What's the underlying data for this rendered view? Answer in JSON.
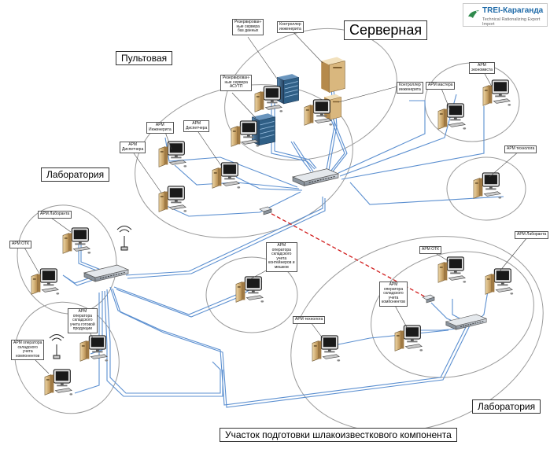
{
  "logo": {
    "name": "TREI-Караганда",
    "tagline": "Technical Rationalizing Export Import",
    "color": "#1e6aa8",
    "icon": "bird-logo-icon"
  },
  "zones": {
    "server_room": "Серверная",
    "control_room": "Пультовая",
    "lab_left": "Лаборатория",
    "lab_right": "Лаборатория",
    "section": "Участок подготовки шлакоизвесткового компонента"
  },
  "labels": {
    "backup_db": "Резервирован-\nные сервера\nбаз данных",
    "engineering_ctrl_1": "Контроллер\nинженерита",
    "backup_acsutp": "Резервирован-\nные сервера\nАСУТП",
    "engineering_ctrl_2": "Контроллер\nинженерита",
    "arm_engineer": "АРМ\nИнженерита",
    "arm_dispatcher_1": "АРМ\nДиспетчера",
    "arm_dispatcher_2": "АРМ\nДиспетчера",
    "arm_foreman": "АРМ мастера",
    "arm_economist": "АРМ\nэкономиста",
    "arm_technologist_1": "АРМ технолога",
    "arm_lab_left": "АРМ Лаборанта",
    "arm_otk_left": "АРМ ОТК",
    "arm_warehouse_containers": "АРМ\nоператора\nскладского\nучета\nконтейнеров и\nмешков",
    "arm_warehouse_products": "АРМ\nоператора\nскладского\nучета готовой\nпродукции",
    "arm_warehouse_components_left": "АРМ оператора\nскладского\nучета\nкомпонентов",
    "arm_otk_right": "АРМ ОТК",
    "arm_lab_right": "АРМ Лаборанта",
    "arm_warehouse_components_right": "АРМ\nоператора\nскладского\nучета\nкомпонентов",
    "arm_technologist_2": "АРМ технолога"
  },
  "colors": {
    "link": "#5b8fd0",
    "link_dark": "#3a6fb4",
    "radio_link": "#d01a1a",
    "zone_stroke": "#9a9a9a",
    "server_blue": "#2f5f86",
    "pc_case": "#cfa86a"
  }
}
